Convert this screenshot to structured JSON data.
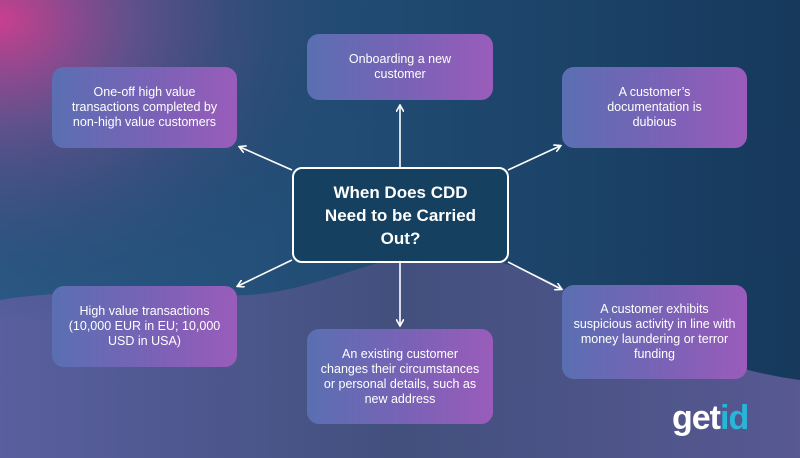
{
  "diagram": {
    "center": "When Does CDD Need to be Carried Out?",
    "boxes": {
      "top": "Onboarding a new customer",
      "top_left": "One-off high value transactions completed by non-high value customers",
      "top_right": "A customer’s documentation is dubious",
      "bottom_left": "High value transactions (10,000 EUR in EU; 10,000 USD in USA)",
      "bottom": "An existing customer changes their circumstances or personal details, such as new address",
      "bottom_right": "A customer exhibits suspicious activity in line with money laundering or terror funding"
    }
  },
  "logo": {
    "part1": "get",
    "part2": "id"
  },
  "colors": {
    "background": "#1b4166",
    "box_gradient_start": "#5a6fb2",
    "box_gradient_end": "#9a5cba",
    "center_fill": "#15405f",
    "logo_accent": "#27b6d8"
  }
}
